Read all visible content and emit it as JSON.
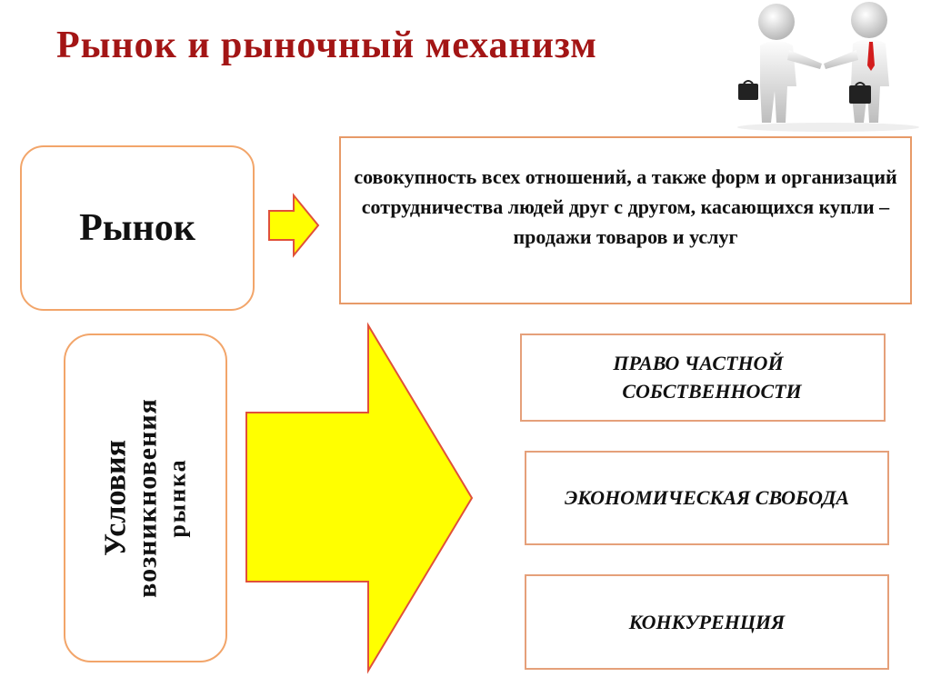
{
  "title": "Рынок  и  рыночный  механизм",
  "market_box": {
    "label": "Рынок"
  },
  "definition": {
    "text": "совокупность всех отношений, а также форм и организаций сотрудничества людей друг с другом, касающихся купли –продажи товаров и услуг"
  },
  "conditions_box": {
    "line1": "Условия",
    "line2": "возникновения",
    "line3": "рынка"
  },
  "conditions": [
    {
      "line1": "ПРАВО ЧАСТНОЙ",
      "line2": "СОБСТВЕННОСТИ"
    },
    {
      "line1": "ЭКОНОМИЧЕСКАЯ СВОБОДА"
    },
    {
      "line1": "КОНКУРЕНЦИЯ"
    }
  ],
  "colors": {
    "title": "#a31515",
    "arrow_fill": "#ffff00",
    "arrow_stroke": "#e0503a",
    "box_border": "#f2a56a"
  },
  "icons": {
    "figures": "handshake-figures-icon"
  }
}
